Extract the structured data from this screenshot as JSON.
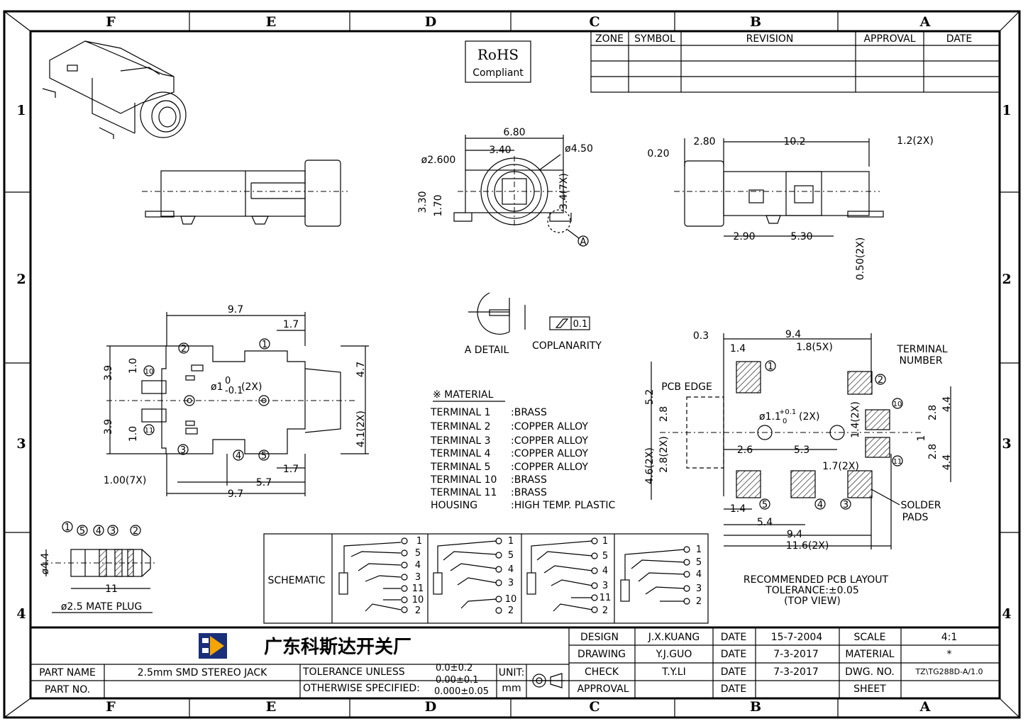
{
  "frame": {
    "columns": [
      "F",
      "E",
      "D",
      "C",
      "B",
      "A"
    ],
    "rows": [
      "1",
      "2",
      "3",
      "4"
    ]
  },
  "revision_table": {
    "headers": [
      "ZONE",
      "SYMBOL",
      "REVISION",
      "APPROVAL",
      "DATE"
    ]
  },
  "rohs": {
    "line1": "RoHS",
    "line2": "Compliant"
  },
  "front_view": {
    "width": "6.80",
    "half": "3.40",
    "hole": "ø2.600",
    "outer": "ø4.50",
    "h1": "3.30",
    "h2": "1.70",
    "pin_pitch": "3.4(7X)",
    "detail": "A"
  },
  "side_view": {
    "d1": "2.80",
    "d2": "10.2",
    "d3": "0.20",
    "d4": "1.2(2X)",
    "d5": "2.90",
    "d6": "5.30",
    "d7": "0.50(2X)"
  },
  "detail": {
    "label": "A DETAIL",
    "coplanarity": "COPLANARITY",
    "tol": "0.1"
  },
  "top_view": {
    "len": "9.7",
    "d17": "1.7",
    "d39a": "3.9",
    "d10a": "1.0",
    "hole": "ø1",
    "hole_tol_up": "0",
    "hole_tol_dn": "-0.1",
    "hole_x": "(2X)",
    "d47": "4.7",
    "d41": "4.1(2X)",
    "d39b": "3.9",
    "d10b": "1.0",
    "d17b": "1.7",
    "d57": "5.7",
    "d100": "1.00(7X)",
    "len2": "9.7"
  },
  "terminal_numbers": [
    "1",
    "2",
    "3",
    "4",
    "5",
    "10",
    "11"
  ],
  "material": {
    "title": "※ MATERIAL",
    "rows": [
      {
        "name": "TERMINAL  1",
        "value": ":BRASS"
      },
      {
        "name": "TERMINAL  2",
        "value": ":COPPER  ALLOY"
      },
      {
        "name": "TERMINAL  3",
        "value": ":COPPER  ALLOY"
      },
      {
        "name": "TERMINAL  4",
        "value": ":COPPER  ALLOY"
      },
      {
        "name": "TERMINAL  5",
        "value": ":COPPER  ALLOY"
      },
      {
        "name": "TERMINAL  10",
        "value": ":BRASS"
      },
      {
        "name": "TERMINAL  11",
        "value": ":BRASS"
      },
      {
        "name": "HOUSING",
        "value": ":HIGH  TEMP.  PLASTIC"
      }
    ]
  },
  "pcb": {
    "d03": "0.3",
    "d94": "9.4",
    "d14": "1.4",
    "d18": "1.8(5X)",
    "term_label1": "TERMINAL",
    "term_label2": "NUMBER",
    "pcb_edge": "PCB EDGE",
    "d52": "5.2",
    "d28": "2.8",
    "hole": "ø1.1",
    "hole_up": "+0.1",
    "hole_dn": "0",
    "hole_x": "(2X)",
    "d14x": "1.4(2X)",
    "d44": "4.4",
    "d28b": "2.8",
    "d1": "1",
    "d26": "2.6",
    "d53": "5.3",
    "d46": "4.6(2X)",
    "d282": "2.8(2X)",
    "d17": "1.7(2X)",
    "d14b": "1.4",
    "d54": "5.4",
    "d94b": "9.4",
    "d116": "11.6(2X)",
    "solder1": "SOLDER",
    "solder2": "PADS",
    "note1": "RECOMMENDED PCB LAYOUT",
    "note2": "TOLERANCE:±0.05",
    "note3": "(TOP VIEW)"
  },
  "plug": {
    "title": "ø2.5 MATE PLUG",
    "dia": "ø4.4",
    "len": "11"
  },
  "schematic": {
    "label": "SCHEMATIC",
    "blocks": [
      [
        "1",
        "5",
        "4",
        "3",
        "11",
        "10",
        "2"
      ],
      [
        "1",
        "5",
        "4",
        "3",
        "10",
        "2"
      ],
      [
        "1",
        "5",
        "4",
        "3",
        "11",
        "2"
      ],
      [
        "1",
        "5",
        "4",
        "3",
        "2"
      ]
    ]
  },
  "title_block": {
    "company": "广东科斯达开关厂",
    "design_label": "DESIGN",
    "design_name": "J.X.KUANG",
    "design_date_label": "DATE",
    "design_date": "15-7-2004",
    "drawing_label": "DRAWING",
    "drawing_name": "Y.J.GUO",
    "drawing_date_label": "DATE",
    "drawing_date": "7-3-2017",
    "check_label": "CHECK",
    "check_name": "T.Y.LI",
    "check_date_label": "DATE",
    "check_date": "7-3-2017",
    "approval_label": "APPROVAL",
    "approval_date_label": "DATE",
    "scale_label": "SCALE",
    "scale": "4:1",
    "material_label": "MATERIAL",
    "material": "*",
    "dwg_label": "DWG. NO.",
    "dwg": "TZ\\TG288D-A/1.0",
    "sheet_label": "SHEET",
    "part_name_label": "PART NAME",
    "part_name": "2.5mm  SMD  STEREO  JACK",
    "part_no_label": "PART NO.",
    "tol1": "TOLERANCE  UNLESS",
    "tol2": "OTHERWISE  SPECIFIED:",
    "tolv1": "0.0±0.2",
    "tolv2": "0.00±0.1",
    "tolv3": "0.000±0.05",
    "unit_label": "UNIT:",
    "unit": "mm"
  }
}
